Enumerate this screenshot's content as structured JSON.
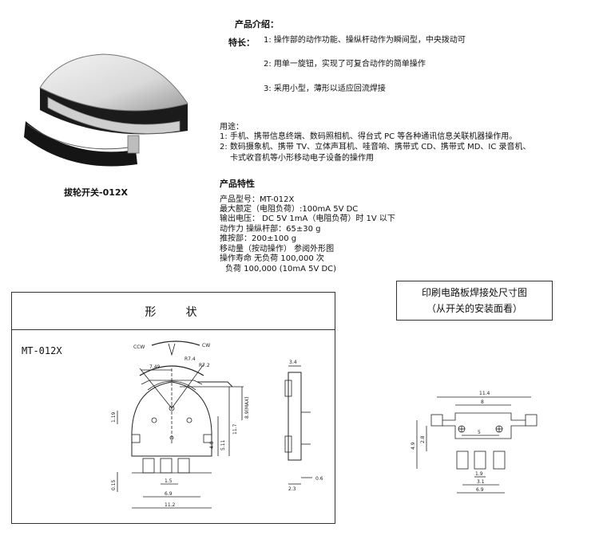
{
  "product_photo": {
    "caption": "拔轮开关-012X"
  },
  "intro": {
    "title": "产品介绍：",
    "features_label": "特长：",
    "features": [
      "1: 操作部的动作功能、操纵杆动作为瞬间型，中央拨动可",
      "2: 用单一旋钮，实现了可复合动作的简单操作",
      "3: 采用小型，薄形以适应回流焊接"
    ]
  },
  "uses": {
    "label": "用途：",
    "lines": [
      "1: 手机、携带信息终端、数码照相机、得台式 PC 等各种通讯信息关联机器操作用。",
      "2: 数码摄象机、携带 TV、立体声耳机、哇音响、携带式 CD、携带式 MD、IC 录音机、",
      "卡式收音机等小形移动电子设备的操作用"
    ]
  },
  "specs": {
    "title": "产品特性",
    "lines": [
      "产品型号：MT-012X",
      "最大额定（电阻负荷）:100mA  5V DC",
      "输出电压： DC 5V 1mA（电阻负荷）时 1V 以下",
      "动作力 操纵杆部：65±30 g",
      "推按部：200±100 g",
      "移动量（按动操作） 参阅外形图",
      "操作寿命 无负荷 100,000 次",
      " 负荷 100,000 (10mA  5V DC)"
    ]
  },
  "shape_drawing": {
    "title": "形   状",
    "model": "MT-012X",
    "dims": {
      "d749": "7.49",
      "r74": "R7.4",
      "r72": "R7.2",
      "d89": "8.9(MAX)",
      "d117": "11.7",
      "d51": "5.11",
      "d48": "4.8",
      "d119": "1.19",
      "d15": "1.5",
      "d69": "6.9",
      "d112": "11.2",
      "d015": "0.15",
      "d34": "3.4",
      "d23": "2.3",
      "d06": "0.6",
      "ccw": "CCW",
      "cw": "CW"
    }
  },
  "pcb_drawing": {
    "title_line1": "印刷电路板焊接处尺寸图",
    "title_line2": "（从开关的安装面看）",
    "dims": {
      "d114": "11.4",
      "d8": "8",
      "d5": "5",
      "d28": "2.8",
      "d49": "4.9",
      "d19": "1.9",
      "d31": "3.1",
      "d69": "6.9"
    }
  }
}
